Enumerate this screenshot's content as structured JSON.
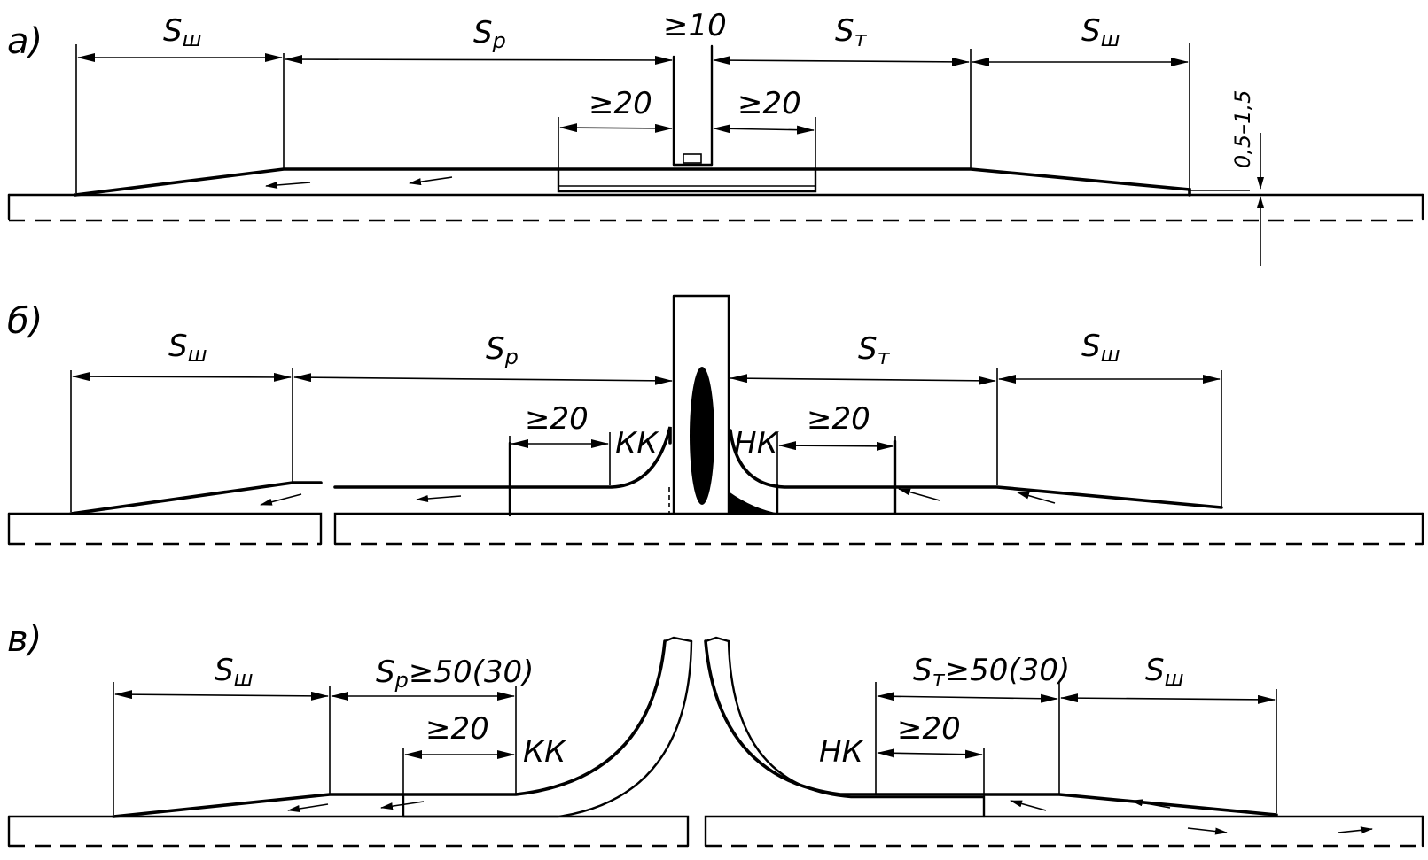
{
  "panels": {
    "a": {
      "label": "а)",
      "s_w_left": "ш",
      "s_p": "р",
      "gap": "≥10",
      "s_t": "т",
      "s_w_right": "ш",
      "min_left": "≥20",
      "min_right": "≥20",
      "offset": "0,5–1,5"
    },
    "b": {
      "label": "б)",
      "s_w_left": "ш",
      "s_p": "р",
      "s_t": "т",
      "s_w_right": "ш",
      "min_left": "≥20",
      "min_right": "≥20",
      "kk": "КК",
      "nk": "НК"
    },
    "c": {
      "label": "в)",
      "s_w_left": "ш",
      "s_p_text": "р",
      "s_p_value": "≥50(30)",
      "s_t_text": "т",
      "s_t_value": "≥50(30)",
      "s_w_right": "ш",
      "min_left": "≥20",
      "min_right": "≥20",
      "kk": "КК",
      "nk": "НК"
    }
  },
  "symbol": "S"
}
